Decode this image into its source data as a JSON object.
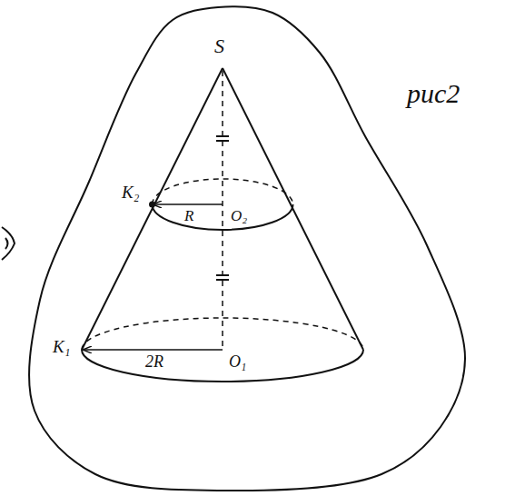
{
  "diagram": {
    "labels": [
      "S",
      "K₂",
      "R",
      "O₂",
      "K₁",
      "2R",
      "O₁",
      "рис2"
    ]
  }
}
